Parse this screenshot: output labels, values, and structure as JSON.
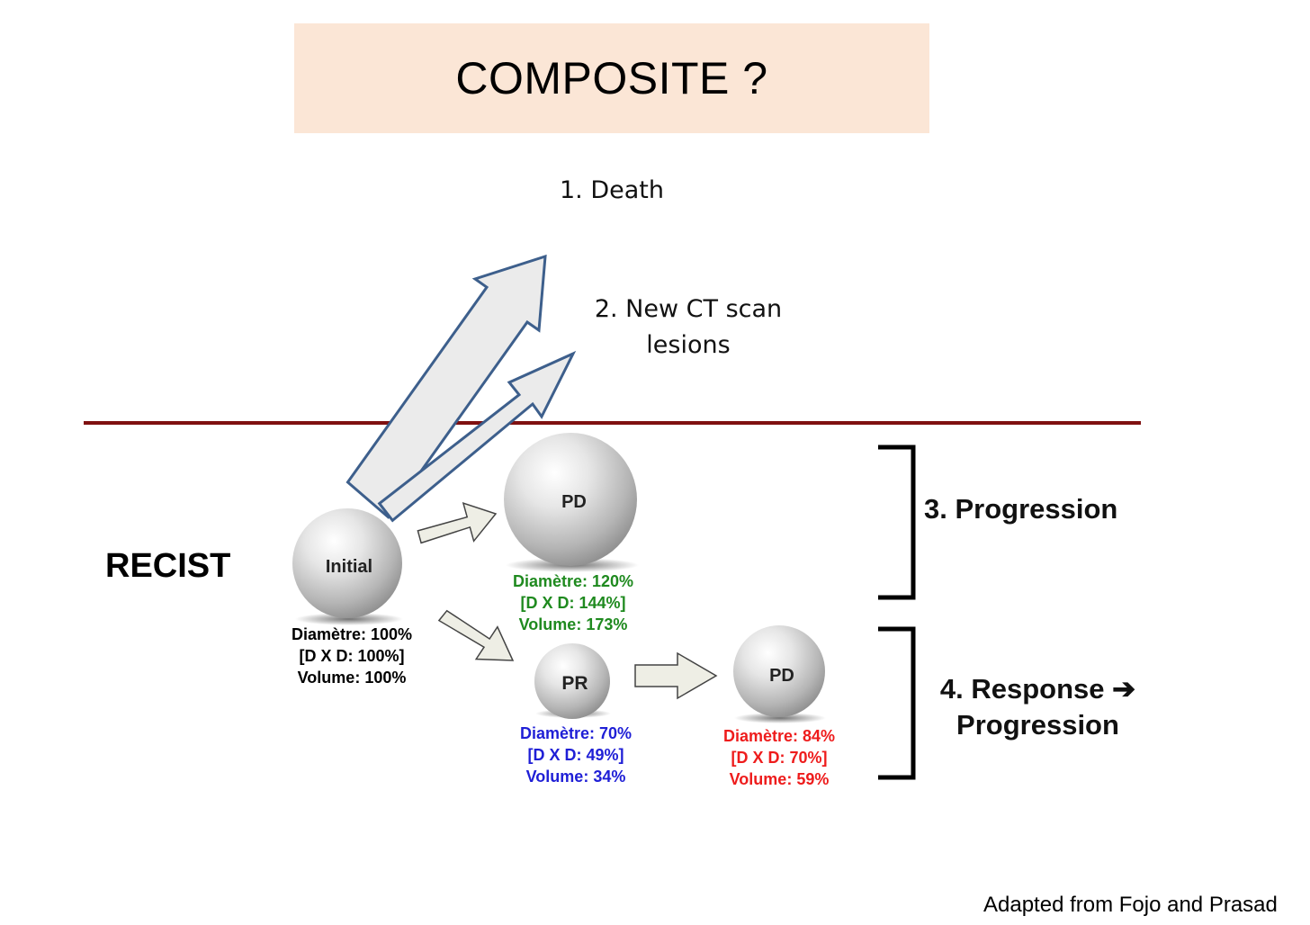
{
  "title": "COMPOSITE ?",
  "outcomes": {
    "death": "1. Death",
    "new_lesions_line1": "2. New CT scan",
    "new_lesions_line2": "lesions",
    "progression": "3. Progression",
    "response_line1": "4. Response ➔",
    "response_line2": "Progression"
  },
  "recist_label": "RECIST",
  "spheres": {
    "initial": {
      "label": "Initial",
      "diameter": "Diamètre: 100%",
      "dxd": "[D X D: 100%]",
      "volume": "Volume: 100%",
      "color": "#000000"
    },
    "pd_progression": {
      "label": "PD",
      "diameter": "Diamètre: 120%",
      "dxd": "[D X D: 144%]",
      "volume": "Volume: 173%",
      "color": "#1f8a1f"
    },
    "pr": {
      "label": "PR",
      "diameter": "Diamètre: 70%",
      "dxd": "[D X D: 49%]",
      "volume": "Volume: 34%",
      "color": "#1f1fd6"
    },
    "pd_after_response": {
      "label": "PD",
      "diameter": "Diamètre: 84%",
      "dxd": "[D X D: 70%]",
      "volume": "Volume: 59%",
      "color": "#ee1c1c"
    }
  },
  "divider_color": "#7f1010",
  "arrow_outline_color": "#3d5f8c",
  "source": "Adapted from Fojo and Prasad"
}
